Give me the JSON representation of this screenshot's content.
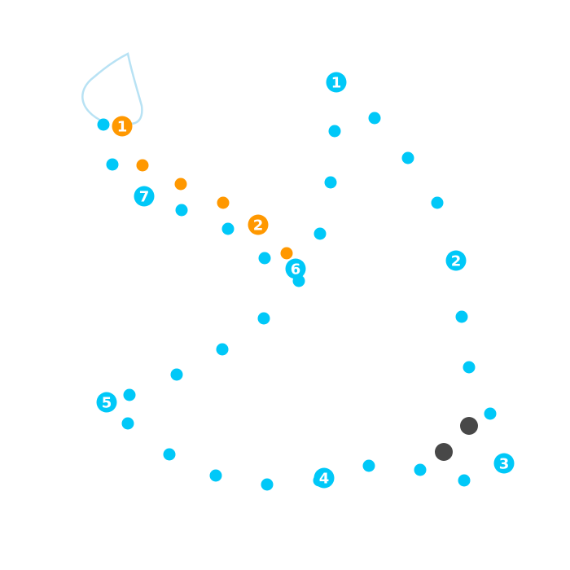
{
  "game": {
    "colors": {
      "blue": "#00c8f8",
      "orange": "#ff9800",
      "dark": "#484848",
      "trail": "#b8e2f4",
      "label_text": "#ffffff"
    },
    "blue_labels": [
      "1",
      "2",
      "3",
      "4",
      "5",
      "6",
      "7"
    ],
    "orange_labels": [
      "1",
      "2"
    ]
  }
}
